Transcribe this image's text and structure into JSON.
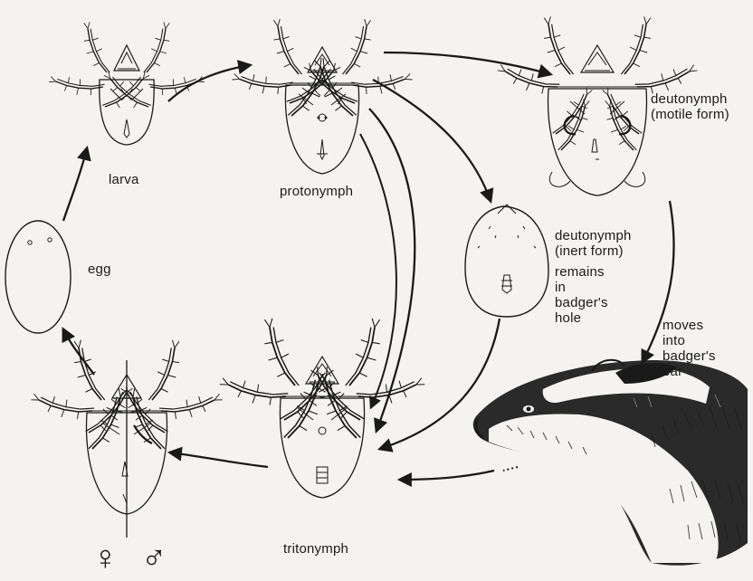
{
  "stages": {
    "larva": "larva",
    "protonymph": "protonymph",
    "deutonymph_motile": "deutonymph\n(motile form)",
    "deutonymph_inert": "deutonymph\n(inert form)",
    "inert_note": "remains\nin\nbadger's\nhole",
    "egg": "egg",
    "tritonymph": "tritonymph",
    "badger_note": "moves\ninto\nbadger's\near"
  },
  "adults": {
    "female": "♀",
    "male": "♂"
  },
  "colors": {
    "ink": "#1a1a1a",
    "background": "#f5f3ef"
  }
}
